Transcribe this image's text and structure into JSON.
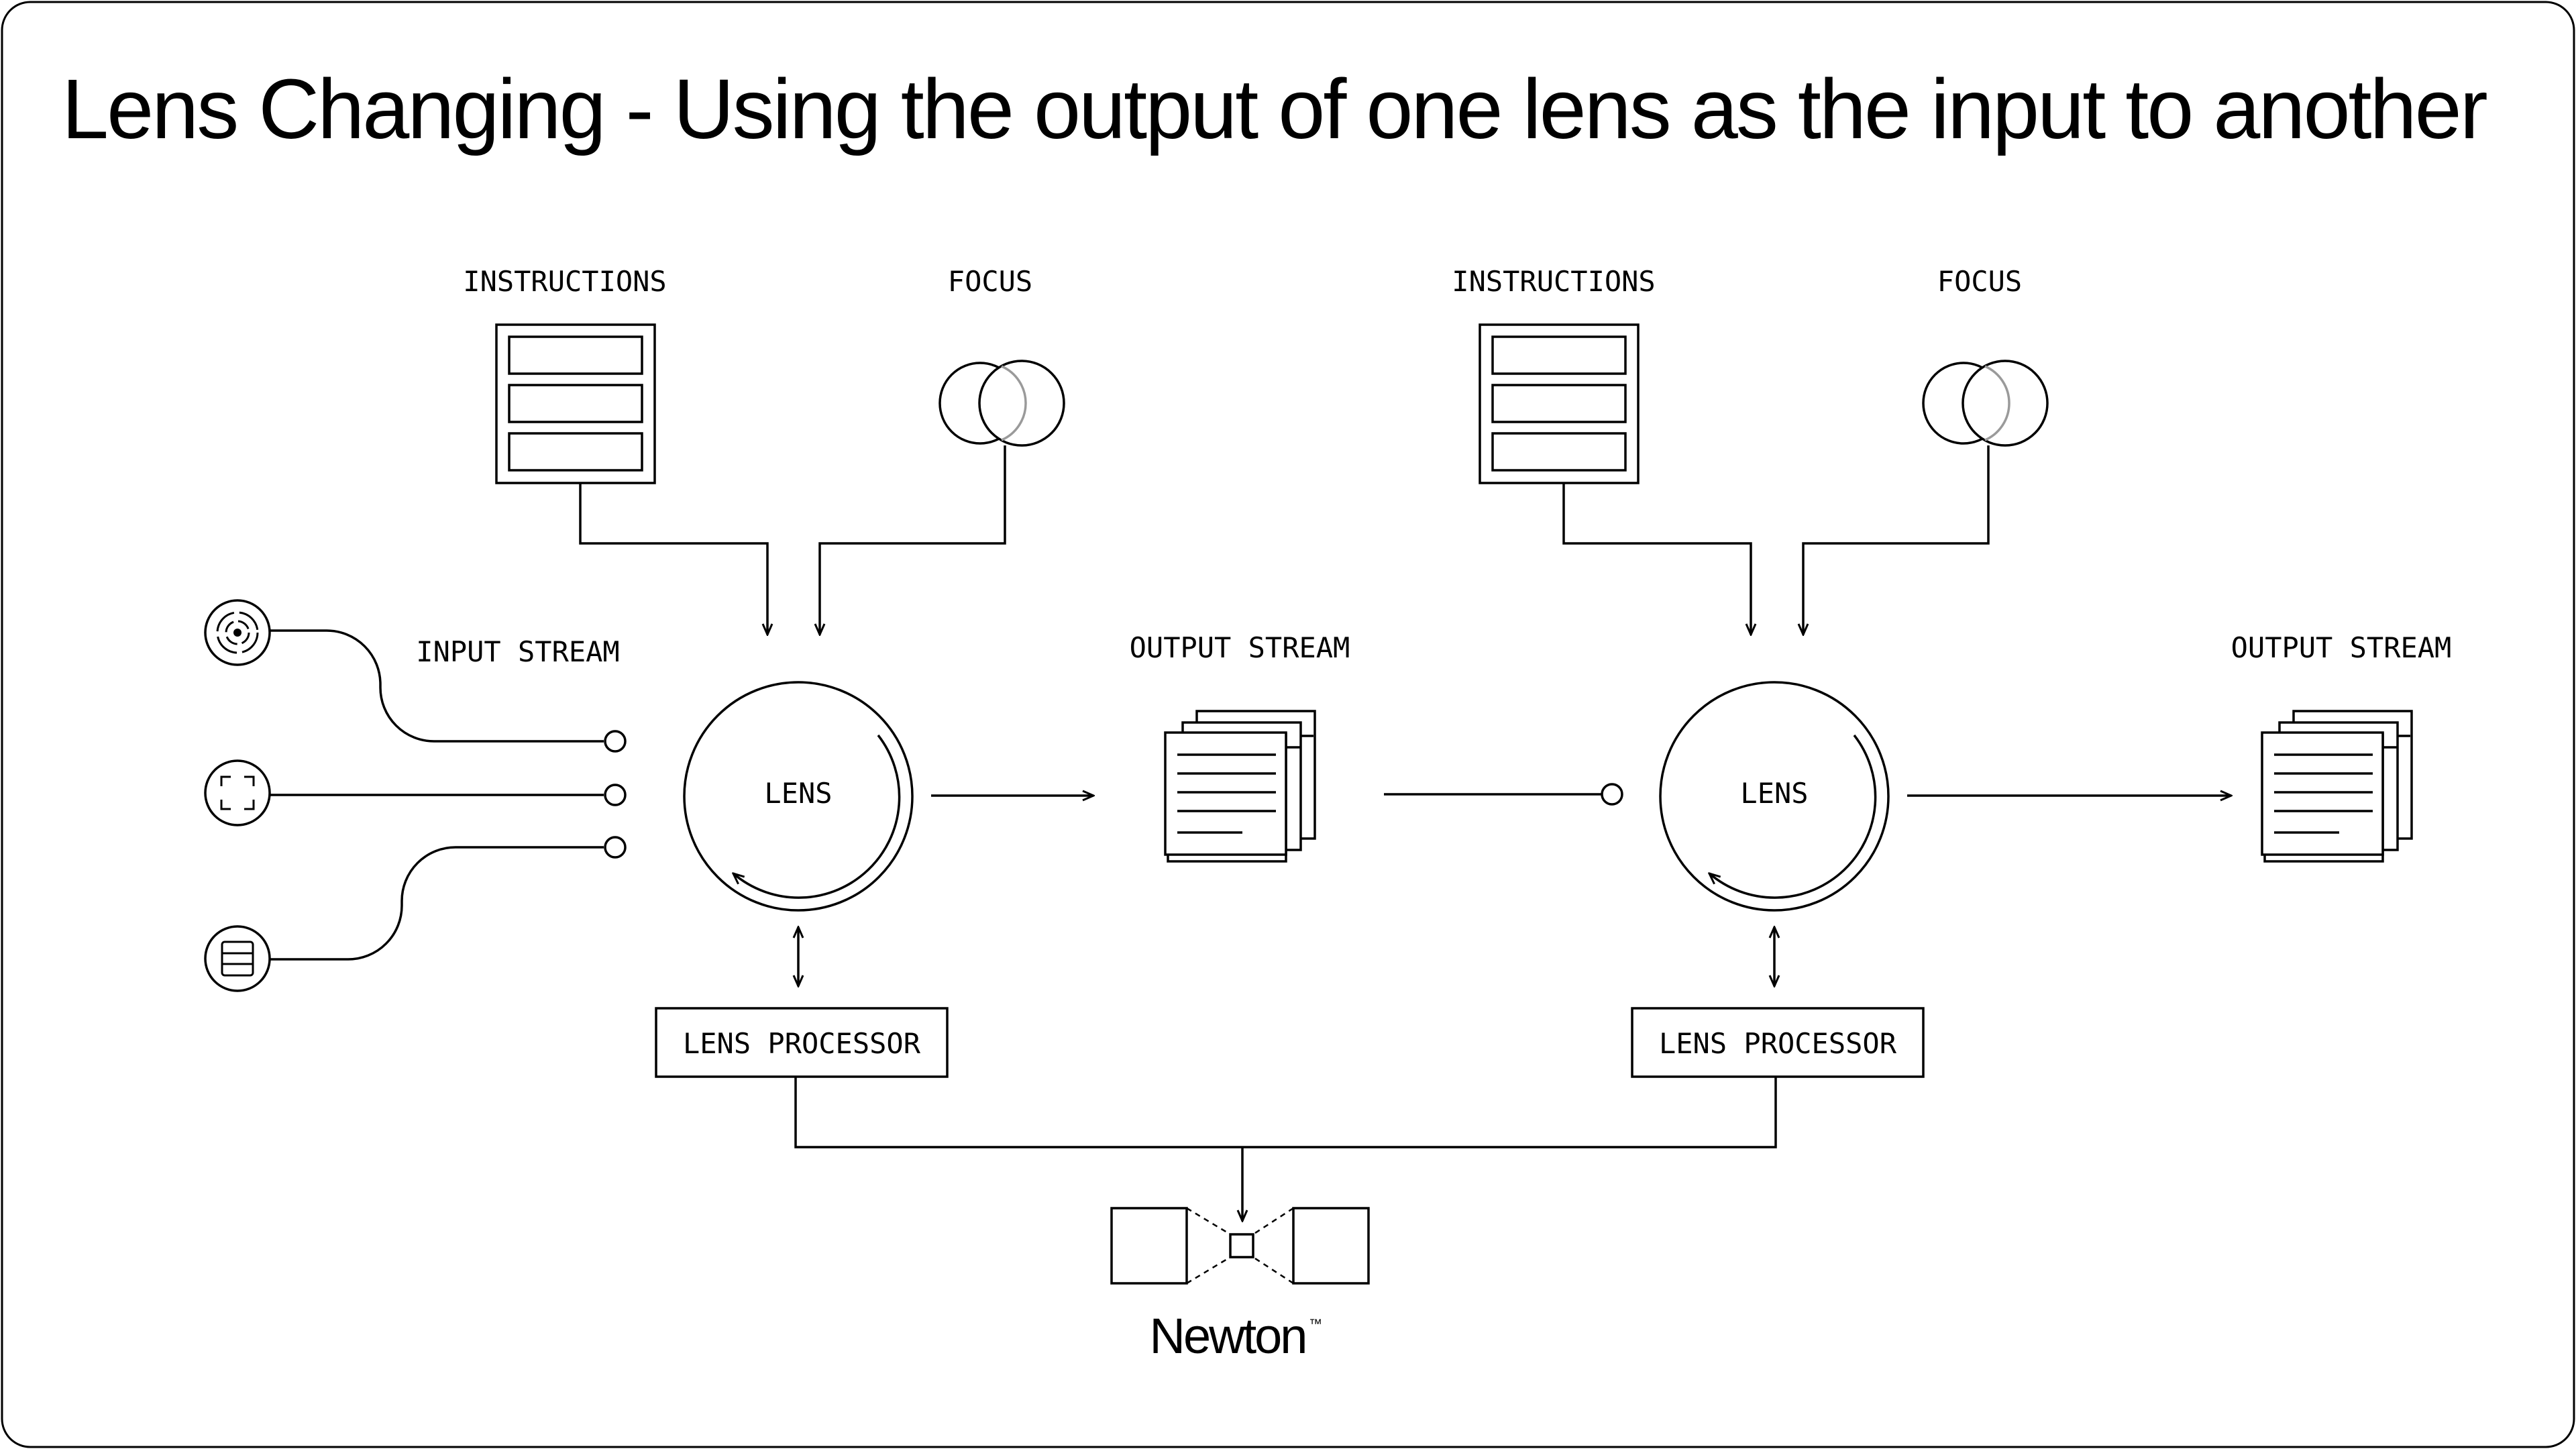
{
  "title": "Lens Changing - Using the output of one lens as the input to another",
  "stages": [
    {
      "instructions_label": "INSTRUCTIONS",
      "focus_label": "FOCUS",
      "lens_label": "LENS",
      "processor_label": "LENS PROCESSOR",
      "input_label": "INPUT STREAM",
      "output_label": "OUTPUT STREAM"
    },
    {
      "instructions_label": "INSTRUCTIONS",
      "focus_label": "FOCUS",
      "lens_label": "LENS",
      "processor_label": "LENS PROCESSOR",
      "output_label": "OUTPUT STREAM"
    }
  ],
  "input_sources": [
    {
      "icon": "radar-target-icon"
    },
    {
      "icon": "scan-frame-icon"
    },
    {
      "icon": "list-stack-icon"
    }
  ],
  "brand": {
    "name": "Newton",
    "trademark": "™"
  }
}
